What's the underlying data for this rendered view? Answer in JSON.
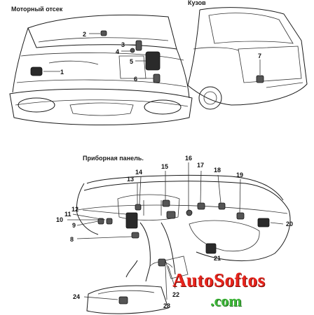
{
  "sections": {
    "engine": "Моторный отсек",
    "body": "Кузов",
    "panel": "Приборная панель."
  },
  "watermark": {
    "brand": "AutoSoftos",
    "domain": ".com",
    "brand_color": "#e8241c",
    "domain_color": "#3fb83a"
  },
  "callouts": [
    "1",
    "2",
    "3",
    "4",
    "5",
    "6",
    "7",
    "8",
    "9",
    "10",
    "11",
    "12",
    "13",
    "14",
    "15",
    "16",
    "17",
    "18",
    "19",
    "20",
    "21",
    "22",
    "23",
    "24"
  ]
}
